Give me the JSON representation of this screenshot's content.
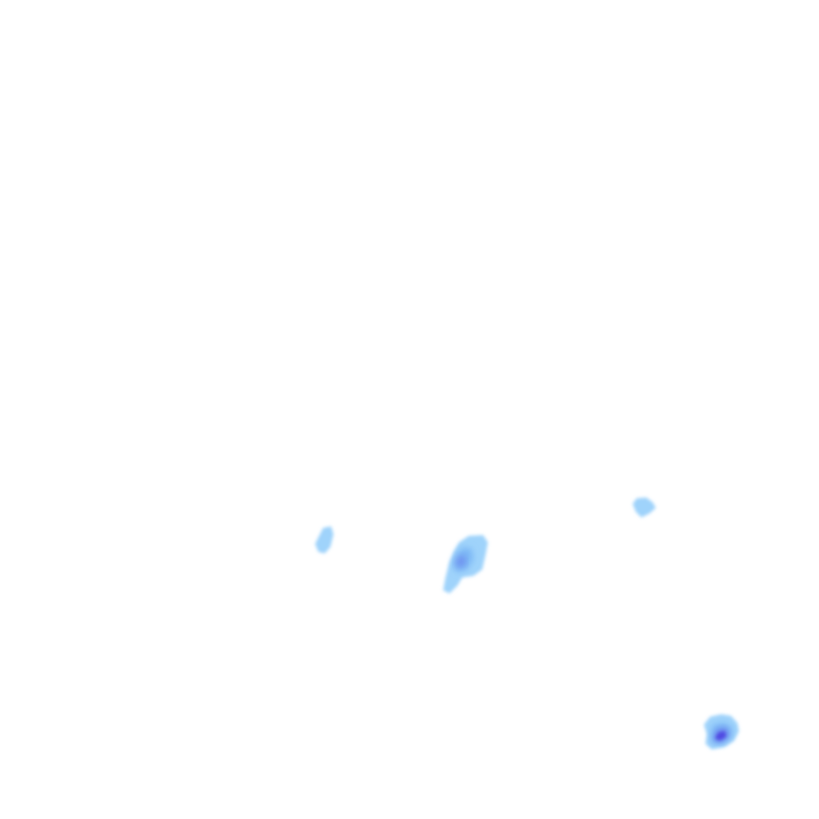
{
  "map": {
    "background_color": "#ffffff",
    "layer": "precipitation-overlay",
    "palette": {
      "light": "#9fd3fb",
      "mid": "#7db8f5",
      "strong": "#6a84ee",
      "intense": "#4b3fe0"
    },
    "cells": [
      {
        "name": "cell-west",
        "intensity_levels": 1
      },
      {
        "name": "cell-center",
        "intensity_levels": 3
      },
      {
        "name": "cell-northeast",
        "intensity_levels": 1
      },
      {
        "name": "cell-southeast",
        "intensity_levels": 4
      }
    ]
  }
}
